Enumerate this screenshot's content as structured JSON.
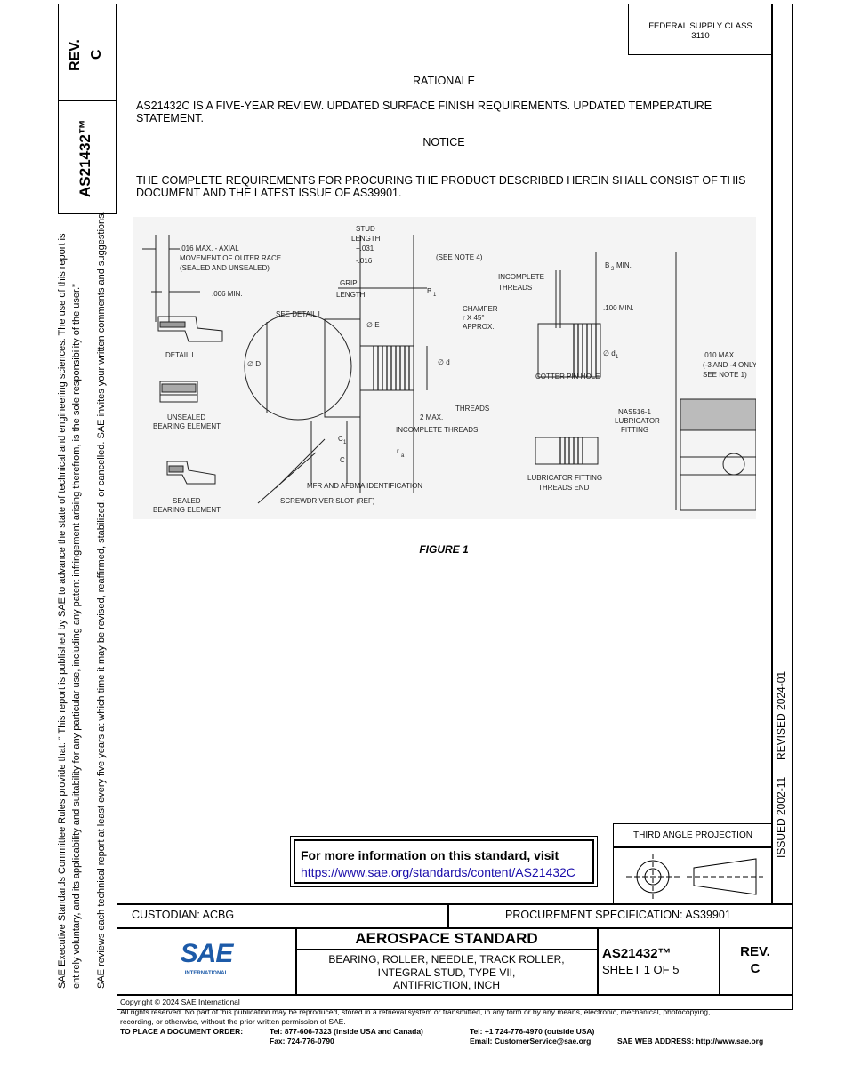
{
  "side": {
    "rev_label": "REV.",
    "rev_value": "C",
    "doc_number": "AS21432™",
    "disclaimer_line1": "SAE Executive Standards Committee Rules provide that: “ This report is published by SAE to advance the state of technical and engineering sciences. The use of this report is",
    "disclaimer_line2": "entirely voluntary, and its applicability and suitability for any particular use, including any patent infringement arising therefrom, is the sole responsibility of the user.”",
    "disclaimer_line3": "SAE reviews each technical report at least every five years at which time it may be revised, reaffirmed, stabilized, or cancelled. SAE invites your written comments and suggestions."
  },
  "right_side": {
    "issued": "ISSUED 2002-11",
    "revised": "REVISED 2024-01"
  },
  "header": {
    "supply_class_label": "FEDERAL SUPPLY CLASS",
    "supply_class_value": "3110"
  },
  "body": {
    "rationale_heading": "RATIONALE",
    "rationale_text": "AS21432C IS A FIVE-YEAR REVIEW. UPDATED SURFACE FINISH REQUIREMENTS. UPDATED TEMPERATURE STATEMENT.",
    "notice_heading": "NOTICE",
    "notice_text": "THE COMPLETE REQUIREMENTS FOR PROCURING THE PRODUCT DESCRIBED HEREIN SHALL CONSIST OF THIS DOCUMENT AND THE LATEST ISSUE OF AS39901.",
    "figure_caption": "FIGURE 1"
  },
  "figure": {
    "axial": ".016 MAX. - AXIAL",
    "movement": "MOVEMENT OF OUTER RACE",
    "sealed_unsealed": "(SEALED AND UNSEALED)",
    "min006": ".006 MIN.",
    "detail1": "DETAIL I",
    "unsealed": "UNSEALED",
    "bearing_element": "BEARING ELEMENT",
    "sealed": "SEALED",
    "stud": "STUD",
    "length": "LENGTH",
    "plus031": "+.031",
    "minus016": "-.016",
    "see_note4": "(SEE NOTE 4)",
    "grip": "GRIP",
    "b1": "B",
    "b1_sub": "1",
    "see_detail": "SEE DETAIL I",
    "phi_e": "∅ E",
    "phi_d_upper": "∅ D",
    "phi_d_lower": "∅ d",
    "chamfer": "CHAMFER",
    "rx45": "r X 45°",
    "approx": "APPROX.",
    "threads": "THREADS",
    "two_max": "2 MAX.",
    "incomplete_threads": "INCOMPLETE THREADS",
    "c1": "C",
    "c1_sub": "1",
    "c": "C",
    "ra": "r",
    "ra_sub": "a",
    "mfr": "MFR AND AFBMA IDENTIFICATION",
    "screwdriver": "SCREWDRIVER SLOT (REF)",
    "incomplete": "INCOMPLETE",
    "threads_r": "THREADS",
    "b2min": "B",
    "b2_sub": "2",
    "b2_min": "MIN.",
    "min100": ".100 MIN.",
    "phi_d1": "∅ d",
    "d1_sub": "1",
    "cotter": "COTTER PIN HOLE",
    "max010": ".010 MAX.",
    "dash34": "(-3 AND -4 ONLY",
    "see_note1": "SEE NOTE 1)",
    "nas": "NAS516-1",
    "lubricator": "LUBRICATOR",
    "fitting": "FITTING",
    "lub_fitting": "LUBRICATOR FITTING",
    "threads_end": "THREADS END"
  },
  "info_box": {
    "text": "For more information on this standard, visit",
    "link": "https://www.sae.org/standards/content/AS21432C"
  },
  "projection": {
    "label": "THIRD ANGLE PROJECTION"
  },
  "title_block": {
    "custodian": "CUSTODIAN: ACBG",
    "procurement": "PROCUREMENT SPECIFICATION: AS39901",
    "logo_text": "SAE",
    "logo_sub": "INTERNATIONAL",
    "standard_type": "AEROSPACE STANDARD",
    "title_line1": "BEARING, ROLLER, NEEDLE, TRACK ROLLER,",
    "title_line2": "INTEGRAL STUD, TYPE VII,",
    "title_line3": "ANTIFRICTION, INCH",
    "doc_number": "AS21432™",
    "sheet": "SHEET 1 OF 5",
    "rev_label": "REV.",
    "rev_value": "C"
  },
  "footer": {
    "copyright": "Copyright © 2024 SAE International",
    "rights_line1": "All rights reserved. No part of this publication may be reproduced, stored in a retrieval system or transmitted, in any form or by any means, electronic, mechanical, photocopying,",
    "rights_line2": "recording, or otherwise, without the prior written permission of SAE.",
    "order_label": "TO PLACE A DOCUMENT ORDER:",
    "tel_us": "Tel: 877-606-7323 (inside USA and Canada)",
    "fax": "Fax: 724-776-0790",
    "tel_intl": "Tel: +1 724-776-4970 (outside USA)",
    "email": "Email: CustomerService@sae.org",
    "web": "SAE WEB ADDRESS: http://www.sae.org"
  }
}
